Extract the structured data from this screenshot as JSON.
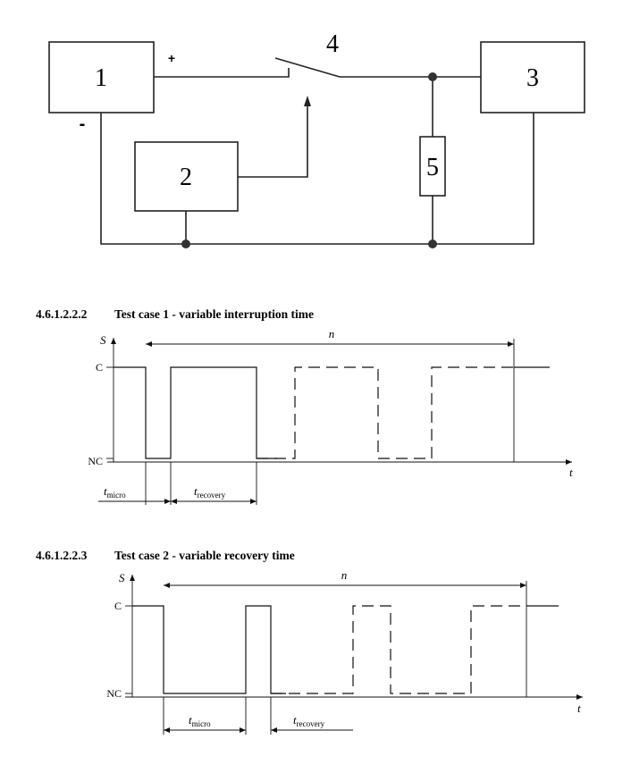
{
  "circuit": {
    "block_1": "1",
    "block_2": "2",
    "block_3": "3",
    "switch_4": "4",
    "resistor_5": "5",
    "plus": "+",
    "minus": "-"
  },
  "test_case_1": {
    "number": "4.6.1.2.2.2",
    "title": "Test case 1 - variable interruption time",
    "y_axis": "S",
    "x_axis": "t",
    "level_c": "C",
    "level_nc": "NC",
    "n_label": "n",
    "t_micro": {
      "t": "t",
      "sub": "micro"
    },
    "t_recovery": {
      "t": "t",
      "sub": "recovery"
    }
  },
  "test_case_2": {
    "number": "4.6.1.2.2.3",
    "title": "Test case 2 - variable recovery time",
    "y_axis": "S",
    "x_axis": "t",
    "level_c": "C",
    "level_nc": "NC",
    "n_label": "n",
    "t_micro": {
      "t": "t",
      "sub": "micro"
    },
    "t_recovery": {
      "t": "t",
      "sub": "recovery"
    }
  }
}
